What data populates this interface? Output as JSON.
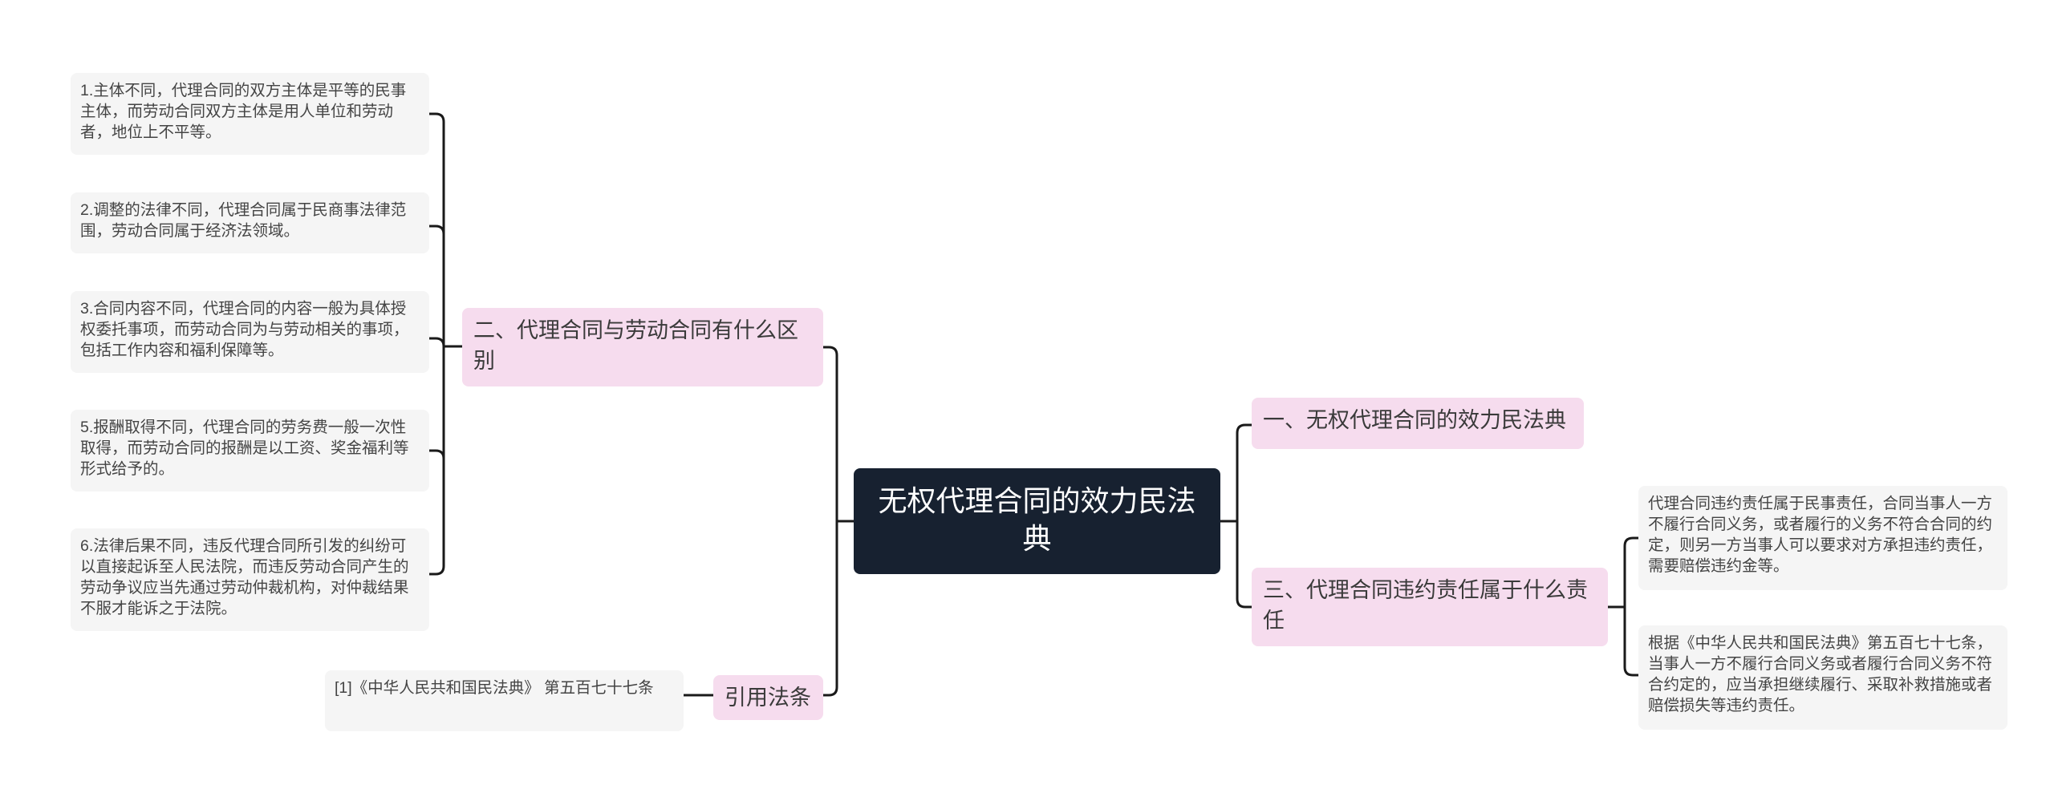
{
  "mindmap": {
    "root": "无权代理合同的效力民法典",
    "branches": {
      "differences": {
        "label": "二、代理合同与劳动合同有什么区别",
        "items": [
          "1.主体不同，代理合同的双方主体是平等的民事主体，而劳动合同双方主体是用人单位和劳动者，地位上不平等。",
          "2.调整的法律不同，代理合同属于民商事法律范围，劳动合同属于经济法领域。",
          "3.合同内容不同，代理合同的内容一般为具体授权委托事项，而劳动合同为与劳动相关的事项，包括工作内容和福利保障等。",
          "5.报酬取得不同，代理合同的劳务费一般一次性取得，而劳动合同的报酬是以工资、奖金福利等形式给予的。",
          "6.法律后果不同，违反代理合同所引发的纠纷可以直接起诉至人民法院，而违反劳动合同产生的劳动争议应当先通过劳动仲裁机构，对仲裁结果不服才能诉之于法院。"
        ]
      },
      "citation": {
        "label": "引用法条",
        "items": [
          "[1]《中华人民共和国民法典》 第五百七十七条"
        ]
      },
      "validity": {
        "label": "一、无权代理合同的效力民法典"
      },
      "liability": {
        "label": "三、代理合同违约责任属于什么责任",
        "items": [
          "代理合同违约责任属于民事责任，合同当事人一方不履行合同义务，或者履行的义务不符合合同的约定，则另一方当事人可以要求对方承担违约责任，需要赔偿违约金等。",
          "根据《中华人民共和国民法典》第五百七十七条，当事人一方不履行合同义务或者履行合同义务不符合约定的，应当承担继续履行、采取补救措施或者赔偿损失等违约责任。"
        ]
      }
    },
    "colors": {
      "root_bg": "#172130",
      "branch_bg": "#f6dcee",
      "leaf_bg": "#f5f5f5",
      "line": "#1a1a1a"
    }
  }
}
